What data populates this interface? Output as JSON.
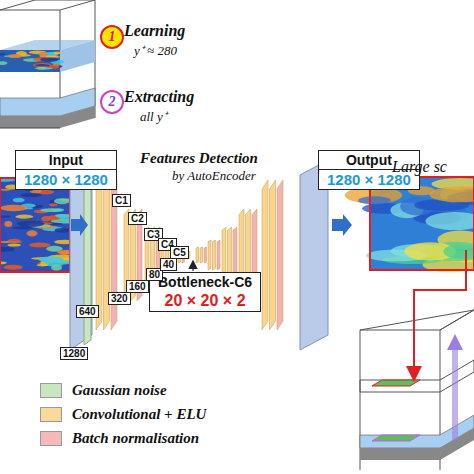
{
  "diagram": {
    "nodes": [
      {
        "text": [
          "1"
        ]
      },
      {
        "text": [
          "2"
        ]
      },
      {
        "text": [
          "Input",
          "1280 × 1280"
        ]
      },
      {
        "text": [
          "Output",
          "1280 × 1280"
        ]
      },
      {
        "text": [
          "Bottleneck-C6",
          "20 × 20 × 2"
        ]
      }
    ],
    "labels": [
      "Learning",
      "y⁺ ≈ 280",
      "Extracting",
      "all y⁺",
      "Features Detection",
      "by AutoEncoder",
      "C1",
      "C2",
      "C3",
      "C4",
      "C5",
      "1280",
      "640",
      "320",
      "160",
      "80",
      "40",
      "Large sc"
    ],
    "legend": [
      {
        "text": "Gaussian noise",
        "color": "#c8e6c0"
      },
      {
        "text": "Convolutional + ELU",
        "color": "#fbd99b"
      },
      {
        "text": "Batch normalisation",
        "color": "#f6b8b8"
      }
    ]
  }
}
